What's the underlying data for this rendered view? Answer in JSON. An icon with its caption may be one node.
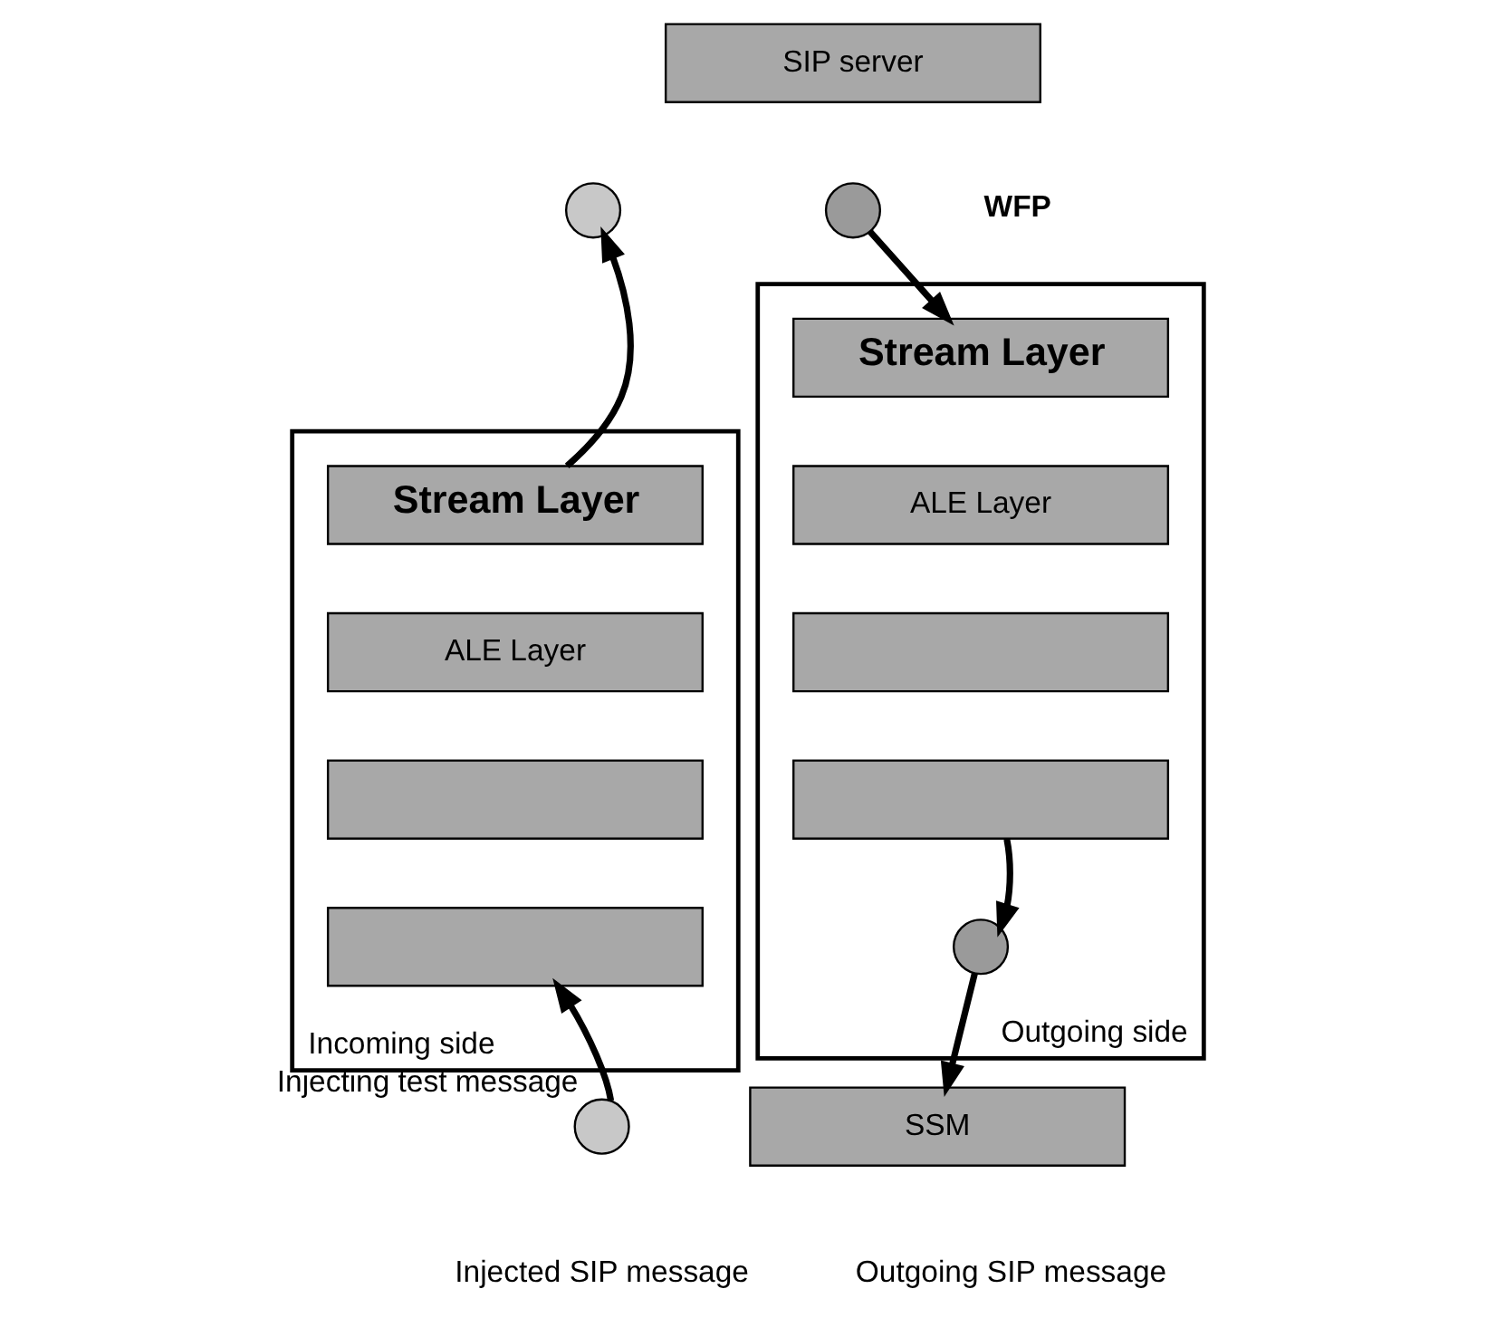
{
  "diagram": {
    "nodes": [
      {
        "text": [
          "SIP server"
        ]
      },
      {
        "text": [],
        "shape": "circle"
      },
      {
        "text": [],
        "shape": "circle"
      },
      {
        "text": [
          "Incoming side"
        ]
      },
      {
        "text": [
          "Stream Layer"
        ],
        "in": 3
      },
      {
        "text": [
          "ALE Layer"
        ],
        "in": 3
      },
      {
        "text": [],
        "shape": "box",
        "in": 3
      },
      {
        "text": [],
        "shape": "box",
        "in": 3
      },
      {
        "text": [
          "Outgoing side"
        ]
      },
      {
        "text": [
          "Stream Layer"
        ],
        "in": 8
      },
      {
        "text": [
          "ALE Layer"
        ],
        "in": 8
      },
      {
        "text": [],
        "shape": "box",
        "in": 8
      },
      {
        "text": [],
        "shape": "box",
        "in": 8
      },
      {
        "text": [],
        "shape": "circle",
        "in": 8
      },
      {
        "text": [
          "SSM"
        ]
      },
      {
        "text": [],
        "shape": "circle",
        "beside": [
          "Injecting test message"
        ]
      }
    ],
    "edges": [
      {
        "from": 4,
        "to": 1,
        "arrow": "to"
      },
      {
        "from": 2,
        "to": 9,
        "arrow": "to"
      },
      {
        "from": 15,
        "to": 7,
        "arrow": "to"
      },
      {
        "from": 12,
        "to": 13,
        "arrow": "to"
      },
      {
        "from": 13,
        "to": 14,
        "arrow": "to"
      }
    ],
    "labels": [
      "WFP"
    ],
    "legend": [
      {
        "text": "Injected SIP message"
      },
      {
        "text": "Outgoing SIP message"
      }
    ]
  }
}
